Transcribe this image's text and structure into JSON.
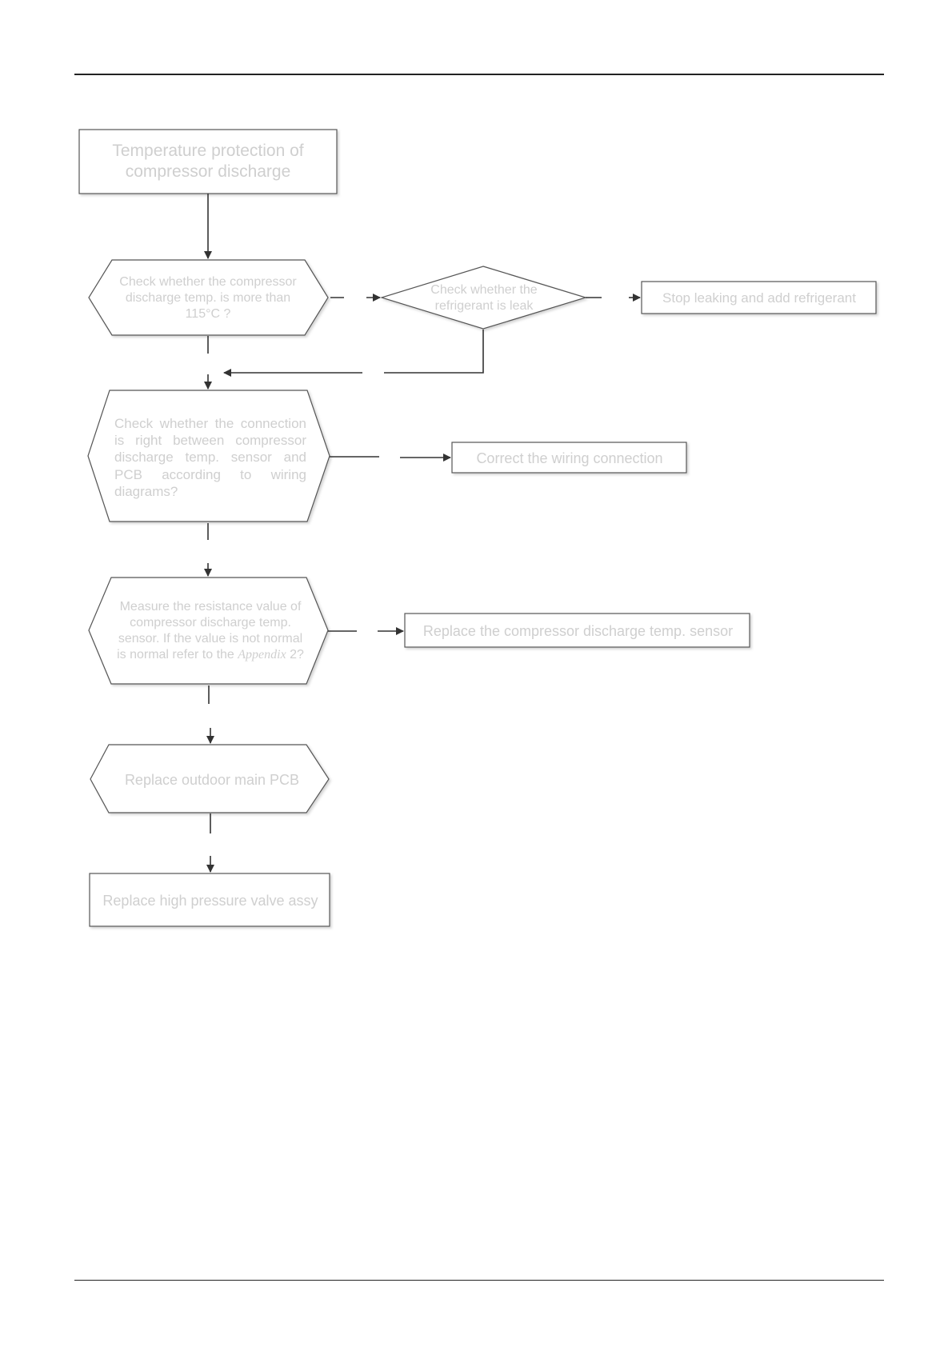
{
  "flowchart": {
    "start": "Temperature protection of compressor discharge",
    "check_temp": "Check whether the compressor discharge temp. is more than 115°C ?",
    "check_leak": "Check whether the refrigerant is leak",
    "stop_leak": "Stop leaking and add refrigerant",
    "check_connection": "Check whether the connection is right between compressor discharge temp. sensor and PCB according to wiring diagrams?",
    "correct_wiring": "Correct the wiring connection",
    "measure_resistance": {
      "part1": "Measure the resistance value of compressor discharge temp. sensor. If the value is not normal is normal refer to the ",
      "appendix": "Appendix",
      "part2": " 2?"
    },
    "replace_sensor": "Replace the compressor discharge temp. sensor",
    "replace_pcb": "Replace outdoor main PCB",
    "replace_valve": "Replace high pressure valve assy"
  }
}
